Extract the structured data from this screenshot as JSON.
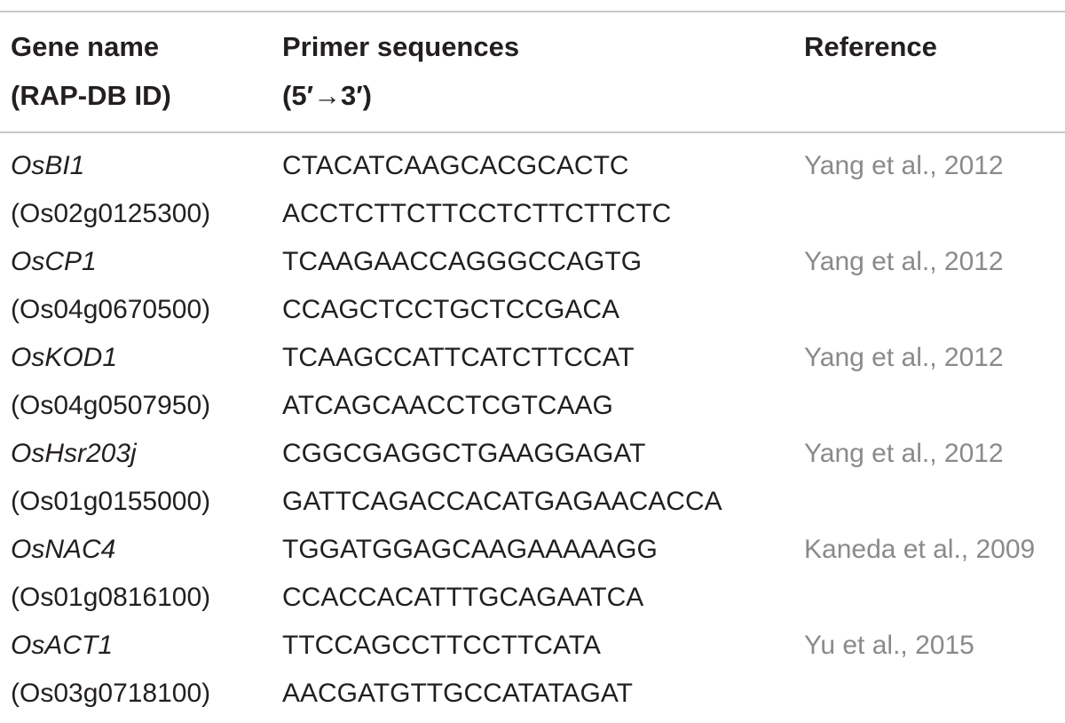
{
  "table": {
    "headers": {
      "gene": [
        "Gene name",
        "(RAP-DB ID)"
      ],
      "primer": [
        "Primer sequences",
        "(5′→3′)"
      ],
      "reference": [
        "Reference"
      ]
    },
    "rows": [
      {
        "gene": "OsBI1",
        "rap_id": "(Os02g0125300)",
        "forward": "CTACATCAAGCACGCACTC",
        "reverse": "ACCTCTTCTTCCTCTTCTTCTC",
        "reference": "Yang et al., 2012"
      },
      {
        "gene": "OsCP1",
        "rap_id": "(Os04g0670500)",
        "forward": "TCAAGAACCAGGGCCAGTG",
        "reverse": "CCAGCTCCTGCTCCGACA",
        "reference": "Yang et al., 2012"
      },
      {
        "gene": "OsKOD1",
        "rap_id": "(Os04g0507950)",
        "forward": "TCAAGCCATTCATCTTCCAT",
        "reverse": "ATCAGCAACCTCGTCAAG",
        "reference": "Yang et al., 2012"
      },
      {
        "gene": "OsHsr203j",
        "rap_id": "(Os01g0155000)",
        "forward": "CGGCGAGGCTGAAGGAGAT",
        "reverse": "GATTCAGACCACATGAGAACACCA",
        "reference": "Yang et al., 2012"
      },
      {
        "gene": "OsNAC4",
        "rap_id": "(Os01g0816100)",
        "forward": "TGGATGGAGCAAGAAAAAGG",
        "reverse": "CCACCACATTTGCAGAATCA",
        "reference": "Kaneda et al., 2009"
      },
      {
        "gene": "OsACT1",
        "rap_id": "(Os03g0718100)",
        "forward": "TTCCAGCCTTCCTTCATA",
        "reverse": "AACGATGTTGCCATATAGAT",
        "reference": "Yu et al., 2015"
      }
    ]
  },
  "colors": {
    "text": "#231f20",
    "reference_link": "#8a8a8a",
    "rule": "#c8c8c8"
  }
}
